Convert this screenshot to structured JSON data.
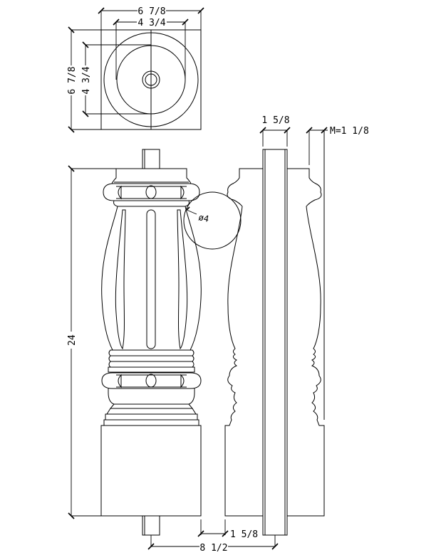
{
  "title": "Newel post shop drawing",
  "views": {
    "top": {
      "dim_outer_width": "6 7/8",
      "dim_inner_width": "4 3/4",
      "dim_outer_height": "6 7/8",
      "dim_inner_height": "4 3/4"
    },
    "front": {
      "dim_height": "24",
      "dim_ball": "ø4"
    },
    "side": {
      "dim_board": "1 5/8",
      "dim_mortise": "M=1 1/8",
      "dim_offset": "1 5/8",
      "dim_overall": "8 1/2"
    }
  },
  "colors": {
    "line": "#000000",
    "background": "#ffffff"
  }
}
